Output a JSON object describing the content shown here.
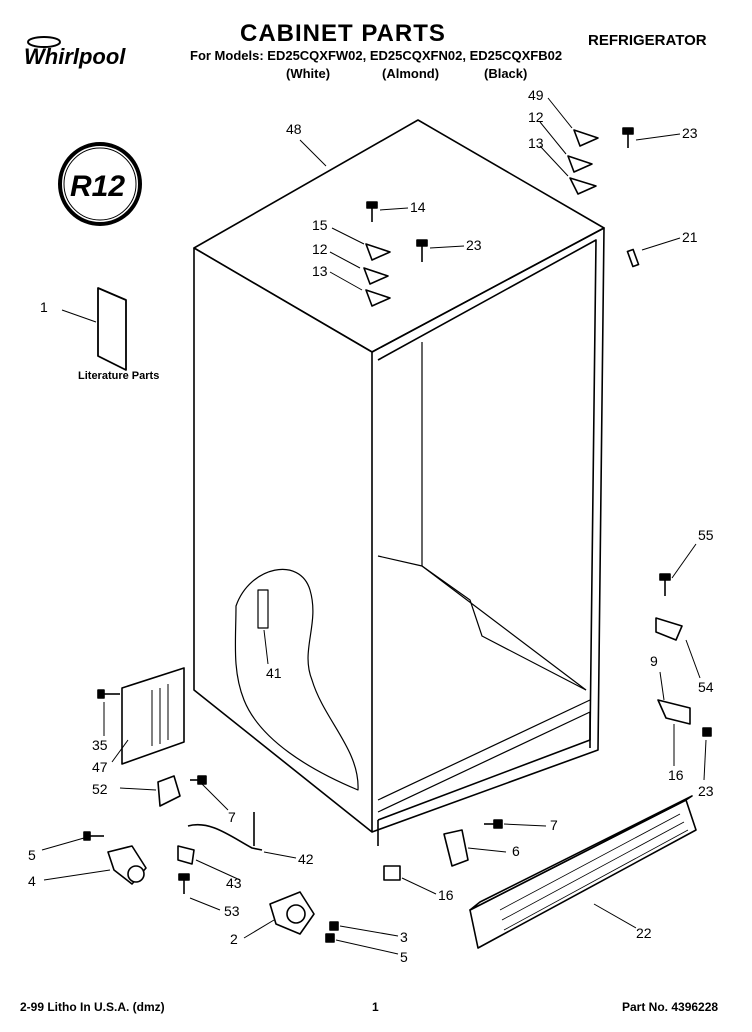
{
  "header": {
    "brand": "Whirlpool",
    "title": "CABINET PARTS",
    "category": "REFRIGERATOR",
    "models_line": "For Models: ED25CQXFW02, ED25CQXFN02, ED25CQXFB02",
    "colors": [
      "(White)",
      "(Almond)",
      "(Black)"
    ]
  },
  "badge": {
    "text": "R12"
  },
  "literature_label": "Literature Parts",
  "callouts": [
    {
      "id": "c48",
      "label": "48"
    },
    {
      "id": "c49",
      "label": "49"
    },
    {
      "id": "c12a",
      "label": "12"
    },
    {
      "id": "c13a",
      "label": "13"
    },
    {
      "id": "c23a",
      "label": "23"
    },
    {
      "id": "c14",
      "label": "14"
    },
    {
      "id": "c15",
      "label": "15"
    },
    {
      "id": "c12b",
      "label": "12"
    },
    {
      "id": "c23b",
      "label": "23"
    },
    {
      "id": "c13b",
      "label": "13"
    },
    {
      "id": "c21",
      "label": "21"
    },
    {
      "id": "c1",
      "label": "1"
    },
    {
      "id": "c55",
      "label": "55"
    },
    {
      "id": "c41",
      "label": "41"
    },
    {
      "id": "c9",
      "label": "9"
    },
    {
      "id": "c54",
      "label": "54"
    },
    {
      "id": "c35",
      "label": "35"
    },
    {
      "id": "c47",
      "label": "47"
    },
    {
      "id": "c16a",
      "label": "16"
    },
    {
      "id": "c52",
      "label": "52"
    },
    {
      "id": "c7a",
      "label": "7"
    },
    {
      "id": "c23c",
      "label": "23"
    },
    {
      "id": "c7b",
      "label": "7"
    },
    {
      "id": "c5a",
      "label": "5"
    },
    {
      "id": "c42",
      "label": "42"
    },
    {
      "id": "c6",
      "label": "6"
    },
    {
      "id": "c4",
      "label": "4"
    },
    {
      "id": "c43",
      "label": "43"
    },
    {
      "id": "c16b",
      "label": "16"
    },
    {
      "id": "c53",
      "label": "53"
    },
    {
      "id": "c22",
      "label": "22"
    },
    {
      "id": "c2",
      "label": "2"
    },
    {
      "id": "c3",
      "label": "3"
    },
    {
      "id": "c5b",
      "label": "5"
    }
  ],
  "footer": {
    "left": "2-99 Litho In U.S.A. (dmz)",
    "center": "1",
    "right": "Part No. 4396228"
  }
}
